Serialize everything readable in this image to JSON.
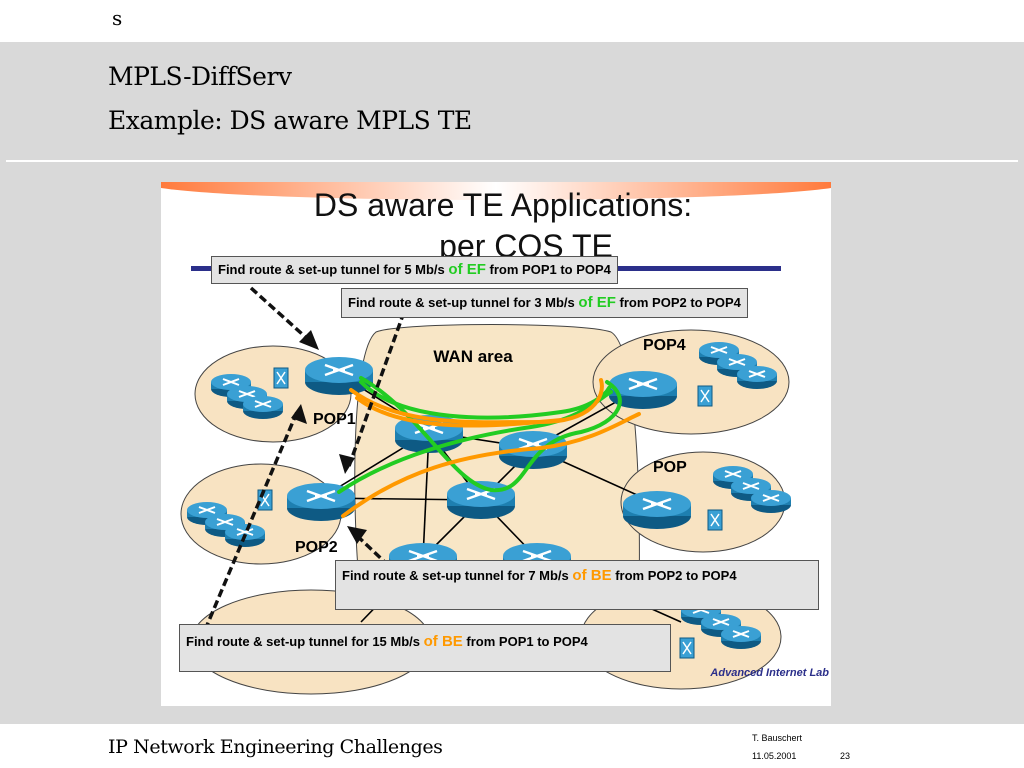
{
  "header": {
    "mark": "s"
  },
  "slide": {
    "title_line1": "MPLS-DiffServ",
    "title_line2": "Example: DS aware MPLS TE"
  },
  "figure": {
    "heading_line1": "DS aware TE Applications:",
    "heading_line2": "per COS TE",
    "wan_label": "WAN area",
    "pops": {
      "pop1": "POP1",
      "pop2": "POP2",
      "pop4": "POP4",
      "pop_other": "POP"
    },
    "footer_lab_text": "Advanced Internet Lab",
    "callouts": [
      {
        "pre": "Find route & set-up tunnel for 5 Mb/s",
        "cls": "of EF",
        "post": "from POP1 to POP4",
        "color": "#22cc22"
      },
      {
        "pre": "Find route & set-up tunnel for 3 Mb/s",
        "cls": "of EF",
        "post": "from POP2 to POP4",
        "color": "#22cc22"
      },
      {
        "pre": "Find route & set-up tunnel for 7 Mb/s",
        "cls": "of BE",
        "post": "from POP2 to POP4",
        "color": "#ff9900"
      },
      {
        "pre": "Find route & set-up tunnel for 15 Mb/s",
        "cls": "of BE",
        "post": "from POP1 to POP4",
        "color": "#ff9900"
      }
    ]
  },
  "footer": {
    "title": "IP Network Engineering Challenges",
    "author": "T. Bauschert",
    "date": "11.05.2001",
    "page": "23"
  },
  "colors": {
    "band": "#d9d9d9",
    "router": "#1e7fb0",
    "pop_cloud": "#f8e3c2",
    "ef_path": "#22cc22",
    "be_path": "#ff9900"
  }
}
